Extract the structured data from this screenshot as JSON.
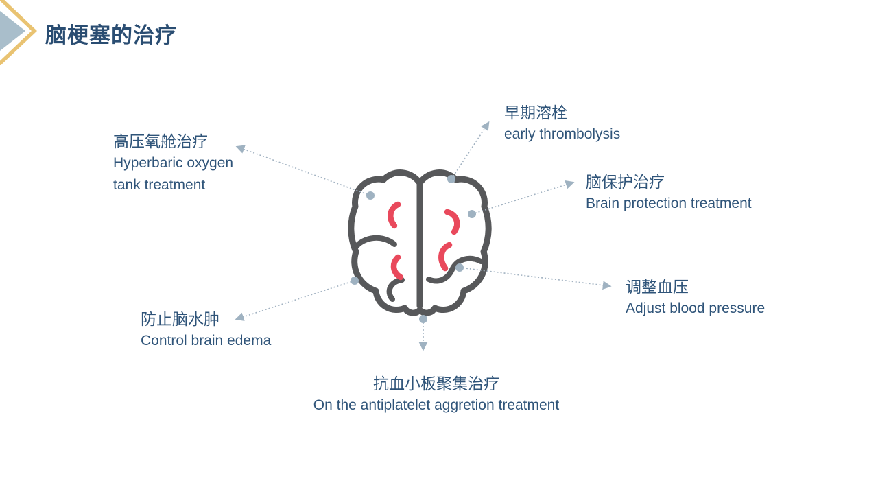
{
  "slide": {
    "title": "脑梗塞的治疗",
    "center_icon": "brain",
    "nodes": [
      {
        "zh": "早期溶栓",
        "en": "early thrombolysis"
      },
      {
        "zh": "脑保护治疗",
        "en": "Brain protection treatment"
      },
      {
        "zh": "调整血压",
        "en": "Adjust blood pressure"
      },
      {
        "zh": "抗血小板聚集治疗",
        "en": "On the antiplatelet aggretion treatment"
      },
      {
        "zh": "防止脑水肿",
        "en": "Control brain edema"
      },
      {
        "zh": "高压氧舱治疗",
        "en": "Hyperbaric oxygen tank treatment"
      }
    ],
    "colors": {
      "title_text": "#2a4d72",
      "label_text": "#2f5479",
      "brain_outline": "#57585a",
      "brain_accent": "#e9495c",
      "connector": "#a3b3c2",
      "chevron_gold": "#e9c372",
      "chevron_blue": "#a9becb"
    }
  }
}
